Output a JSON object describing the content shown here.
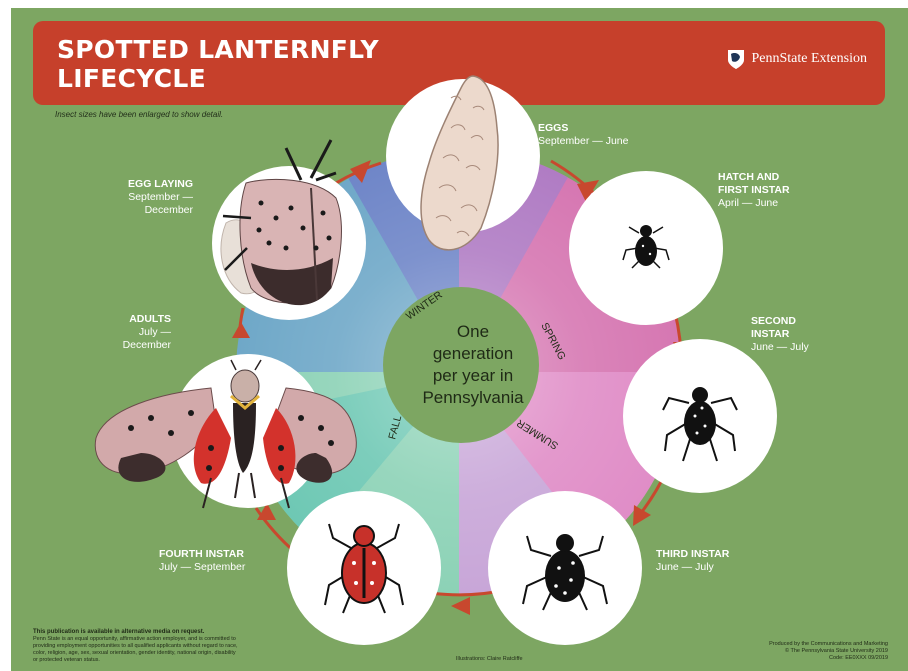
{
  "header": {
    "title_line1": "SPOTTED LANTERNFLY",
    "title_line2": "LIFECYCLE",
    "brand": "PennState Extension"
  },
  "note": "Insect sizes have been enlarged to show detail.",
  "center": {
    "line1": "One",
    "line2": "generation",
    "line3": "per year in",
    "line4": "Pennsylvania"
  },
  "seasons": {
    "winter": "WINTER",
    "spring": "SPRING",
    "summer": "SUMMER",
    "fall": "FALL"
  },
  "stages": [
    {
      "name": "EGGS",
      "months": "September — June",
      "icon": "egg-mass-illustration"
    },
    {
      "name": "HATCH AND",
      "name2": "FIRST INSTAR",
      "months": "April — June",
      "icon": "first-instar-nymph-illustration"
    },
    {
      "name": "SECOND",
      "name2": "INSTAR",
      "months": "June — July",
      "icon": "second-instar-nymph-illustration"
    },
    {
      "name": "THIRD INSTAR",
      "months": "June — July",
      "icon": "third-instar-nymph-illustration"
    },
    {
      "name": "FOURTH INSTAR",
      "months": "July — September",
      "icon": "fourth-instar-nymph-illustration"
    },
    {
      "name": "ADULTS",
      "months1": "July —",
      "months2": "December",
      "icon": "adult-lanternfly-illustration"
    },
    {
      "name": "EGG LAYING",
      "months1": "September —",
      "months2": "December",
      "icon": "egg-laying-adult-illustration"
    }
  ],
  "footer": {
    "left_title": "This publication is available in alternative media on request.",
    "left_body1": "Penn State is an equal opportunity, affirmative action employer, and is committed to",
    "left_body2": "providing employment opportunities to all qualified applicants without regard to race,",
    "left_body3": "color, religion, age, sex, sexual orientation, gender identity, national origin, disability",
    "left_body4": "or protected veteran status.",
    "center": "Illustrations: Claire Ratcliffe",
    "right1": "Produced by the Communications and Marketing",
    "right2": "© The Pennsylvania State University 2019",
    "right3": "Code: EE0XXX  09/2019"
  },
  "colors": {
    "background": "#7da662",
    "banner": "#c6402b",
    "arrow": "#c8482e",
    "center": "#7da662"
  }
}
